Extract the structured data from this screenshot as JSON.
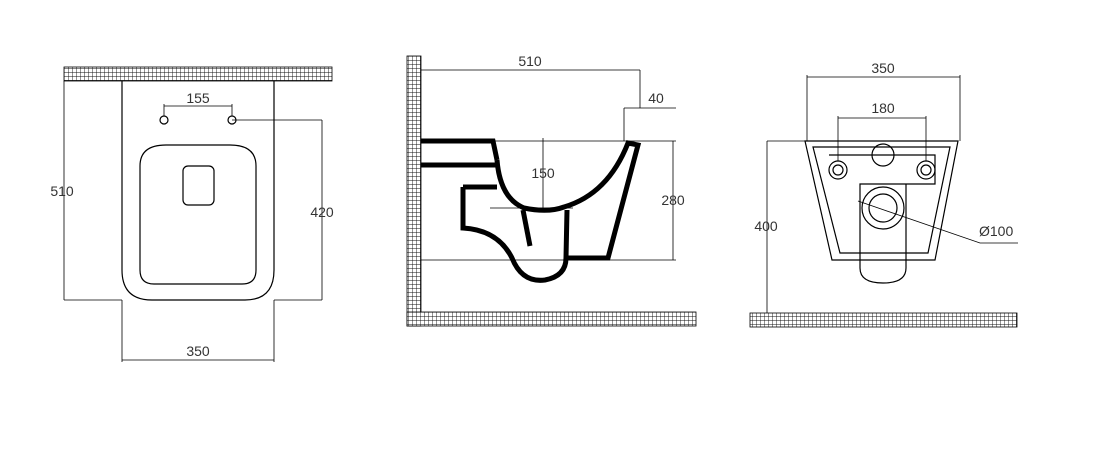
{
  "views": {
    "top": {
      "length": "510",
      "width": "350",
      "hole_spacing": "155",
      "fixing_depth": "420"
    },
    "side": {
      "length": "510",
      "rear_gap": "40",
      "outlet_height": "150",
      "height": "280"
    },
    "rear": {
      "width": "350",
      "hole_spacing": "180",
      "height": "400",
      "outlet_diameter": "Ø100"
    }
  },
  "colors": {
    "line": "#000000",
    "text": "#333333",
    "background": "#ffffff"
  }
}
